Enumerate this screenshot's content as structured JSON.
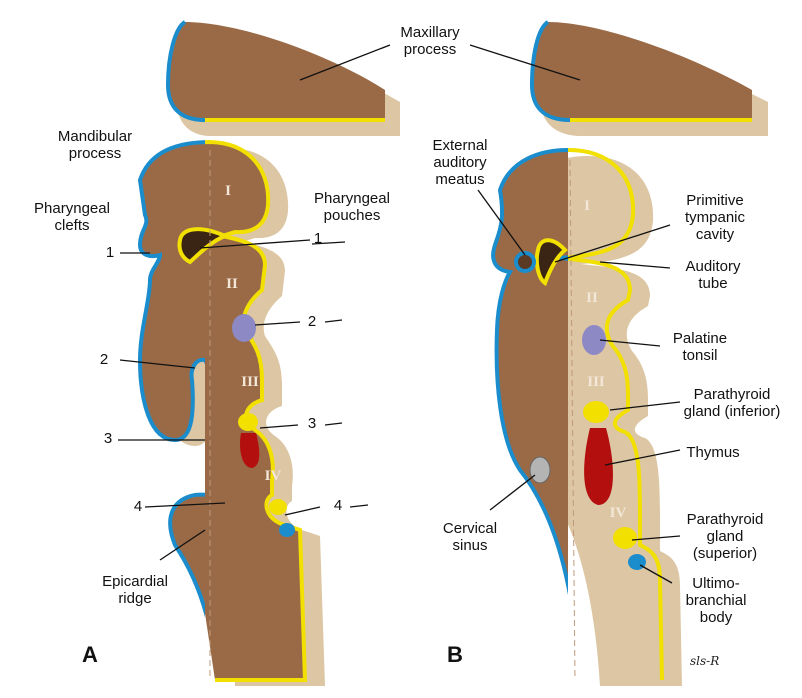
{
  "colors": {
    "tissue": "#9a6a47",
    "side": "#dcc6a3",
    "ectoderm": "#1b8ccc",
    "endoderm": "#f2e000",
    "tonsil": "#8c89c4",
    "thymus": "#b40f0f",
    "sinus": "#b4b4b4"
  },
  "panelA": {
    "letter": "A",
    "labels": {
      "maxillary": [
        "Maxillary",
        "process"
      ],
      "mandibular": [
        "Mandibular",
        "process"
      ],
      "clefts": [
        "Pharyngeal",
        "clefts"
      ],
      "pouches": [
        "Pharyngeal",
        "pouches"
      ],
      "epicardial": [
        "Epicardial",
        "ridge"
      ]
    },
    "cleft_numbers": [
      "1",
      "2",
      "3",
      "4"
    ],
    "pouch_numbers": [
      "1",
      "2",
      "3",
      "4"
    ],
    "arches": [
      "I",
      "II",
      "III",
      "IV"
    ]
  },
  "panelB": {
    "letter": "B",
    "labels": {
      "external_meatus": [
        "External",
        "auditory",
        "meatus"
      ],
      "tympanic": [
        "Primitive",
        "tympanic",
        "cavity"
      ],
      "auditory_tube": [
        "Auditory",
        "tube"
      ],
      "palatine": [
        "Palatine",
        "tonsil"
      ],
      "parathyroid_inf": [
        "Parathyroid",
        "gland (inferior)"
      ],
      "thymus": [
        "Thymus"
      ],
      "cervical_sinus": [
        "Cervical",
        "sinus"
      ],
      "parathyroid_sup": [
        "Parathyroid",
        "gland",
        "(superior)"
      ],
      "ultimobranchial": [
        "Ultimo-",
        "branchial",
        "body"
      ]
    },
    "arches": [
      "I",
      "II",
      "III",
      "IV"
    ]
  },
  "signature": "sls-R"
}
